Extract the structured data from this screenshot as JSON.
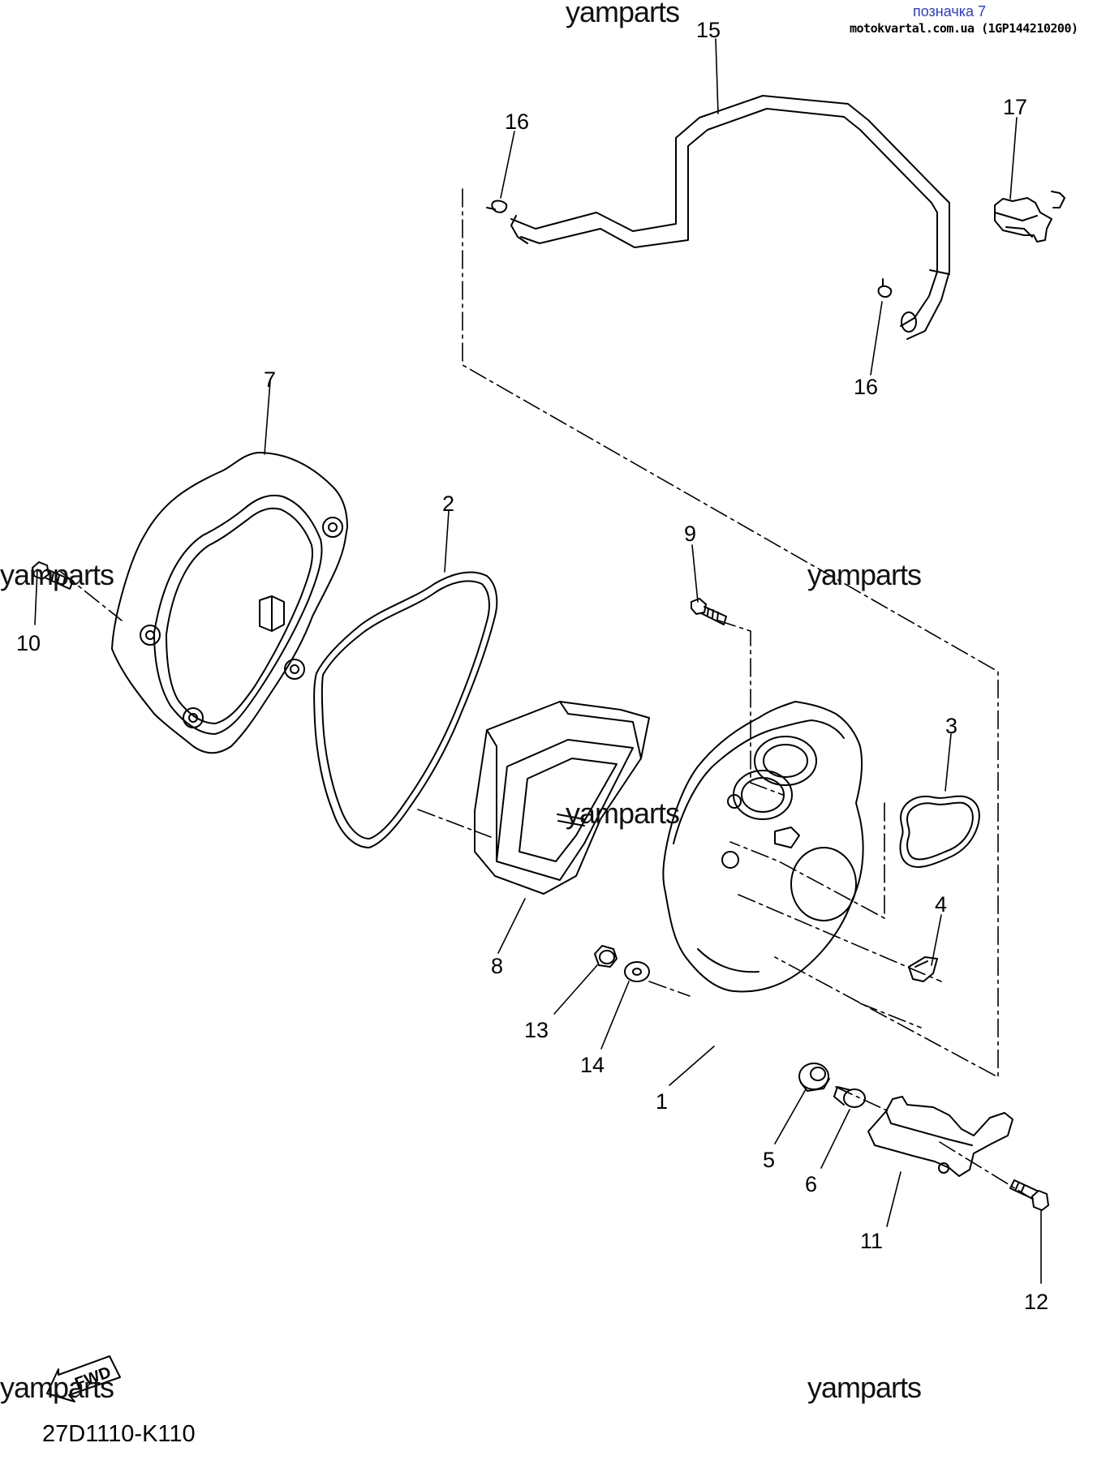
{
  "header": {
    "label": "позначка 7",
    "source": "motokvartal.com.ua (1GP144210200)"
  },
  "watermark": "yamparts",
  "diagram_code": "27D1110-K110",
  "fwd_label": "FWD",
  "part_numbers": {
    "p1": "1",
    "p2": "2",
    "p3": "3",
    "p4": "4",
    "p5": "5",
    "p6": "6",
    "p7": "7",
    "p8": "8",
    "p9": "9",
    "p10": "10",
    "p11": "11",
    "p12": "12",
    "p13": "13",
    "p14": "14",
    "p15": "15",
    "p16a": "16",
    "p16b": "16",
    "p17": "17"
  }
}
